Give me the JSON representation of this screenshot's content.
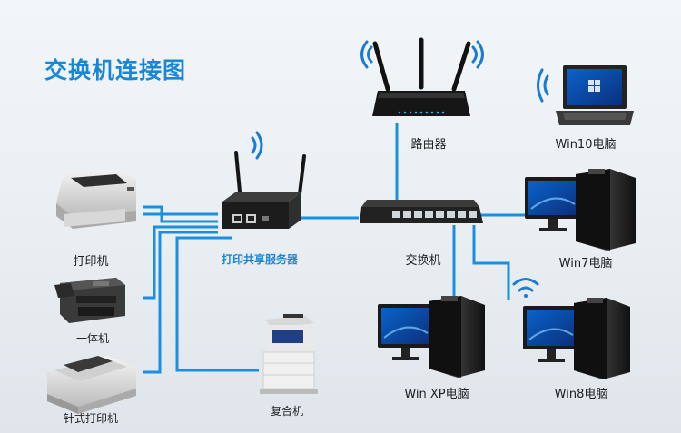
{
  "title": "交换机连接图",
  "colors": {
    "link": "#1a8fe0",
    "title": "#1a86d6",
    "wifi": "#1a7ad6"
  },
  "labels": {
    "router": "路由器",
    "switch": "交换机",
    "print_server": "打印共享服务器",
    "printer": "打印机",
    "mfp": "一体机",
    "dot_printer": "针式打印机",
    "copier": "复合机",
    "win10": "Win10电脑",
    "win7": "Win7电脑",
    "winxp": "Win XP电脑",
    "win8": "Win8电脑"
  }
}
